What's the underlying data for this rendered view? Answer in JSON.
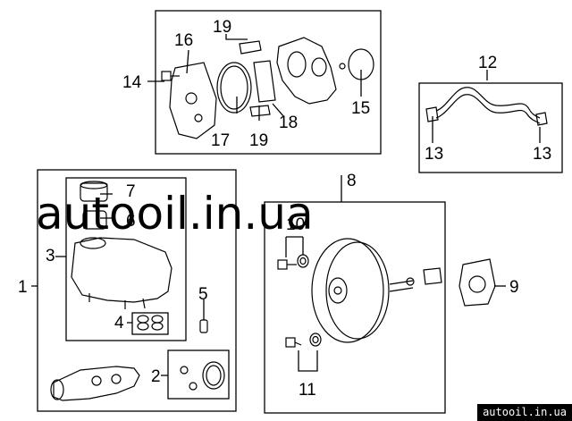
{
  "watermark": "autooil.in.ua",
  "footer_watermark": "autooil.in.ua",
  "callouts": {
    "n1": "1",
    "n2": "2",
    "n3": "3",
    "n4": "4",
    "n5": "5",
    "n6": "6",
    "n7": "7",
    "n8": "8",
    "n9": "9",
    "n10": "10",
    "n11": "11",
    "n12": "12",
    "n13a": "13",
    "n13b": "13",
    "n14": "14",
    "n15": "15",
    "n16": "16",
    "n17": "17",
    "n18": "18",
    "n19a": "19",
    "n19b": "19"
  }
}
